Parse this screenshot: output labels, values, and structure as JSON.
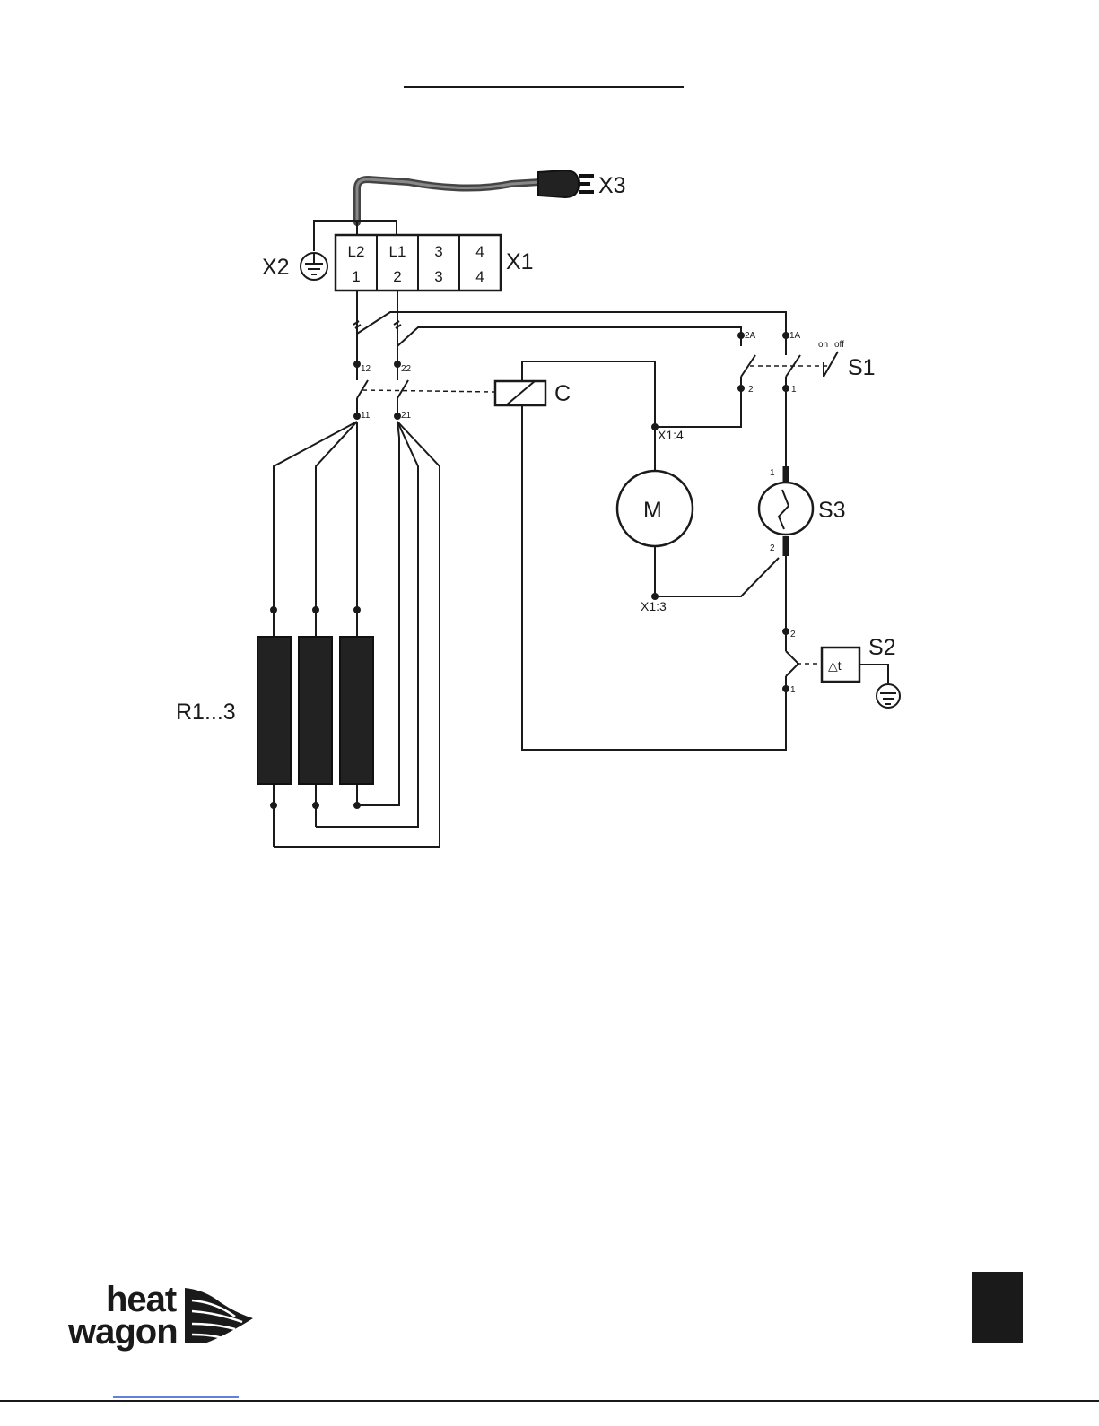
{
  "diagram": {
    "labels": {
      "plug": "X3",
      "earth": "X2",
      "terminal_block": "X1",
      "switch": "S1",
      "switch_on": "on",
      "switch_off": "off",
      "contactor": "C",
      "motor": "M",
      "thermostat": "S3",
      "limit_switch": "S2",
      "limit_switch_symbol": "△t",
      "heaters": "R1...3",
      "motor_term_top": "X1:4",
      "motor_term_bottom": "X1:3"
    },
    "terminal_block": {
      "top_row": [
        "L2",
        "L1",
        "3",
        "4"
      ],
      "bottom_row": [
        "1",
        "2",
        "3",
        "4"
      ]
    },
    "contact_numbers": {
      "c_top_left": "12",
      "c_top_right": "22",
      "c_bottom_left": "11",
      "c_bottom_right": "21",
      "s1_top_left": "2A",
      "s1_top_right": "1A",
      "s1_bottom_left": "2",
      "s1_bottom_right": "1",
      "s3_top": "1",
      "s3_bottom": "2",
      "s2_top": "2",
      "s2_bottom": "1"
    }
  },
  "logo": {
    "line1": "heat",
    "line2": "wagon"
  }
}
